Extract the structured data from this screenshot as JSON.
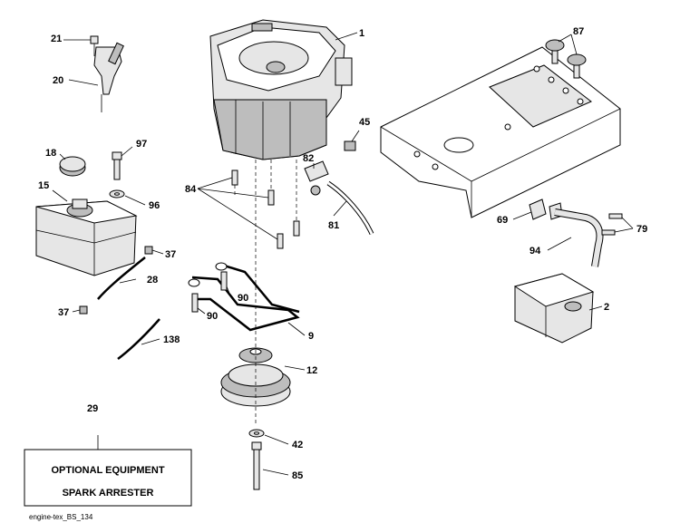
{
  "diagram": {
    "callouts": {
      "c1": "1",
      "c2": "2",
      "c9": "9",
      "c12": "12",
      "c15": "15",
      "c18": "18",
      "c20": "20",
      "c21": "21",
      "c28": "28",
      "c29": "29",
      "c37a": "37",
      "c37b": "37",
      "c42": "42",
      "c45": "45",
      "c69": "69",
      "c79": "79",
      "c81": "81",
      "c82": "82",
      "c84": "84",
      "c85": "85",
      "c87": "87",
      "c90a": "90",
      "c90b": "90",
      "c94": "94",
      "c96": "96",
      "c97": "97",
      "c138": "138"
    },
    "optional_box": {
      "line1": "OPTIONAL EQUIPMENT",
      "line2": "SPARK ARRESTER"
    },
    "footer": "engine-tex_BS_134"
  }
}
